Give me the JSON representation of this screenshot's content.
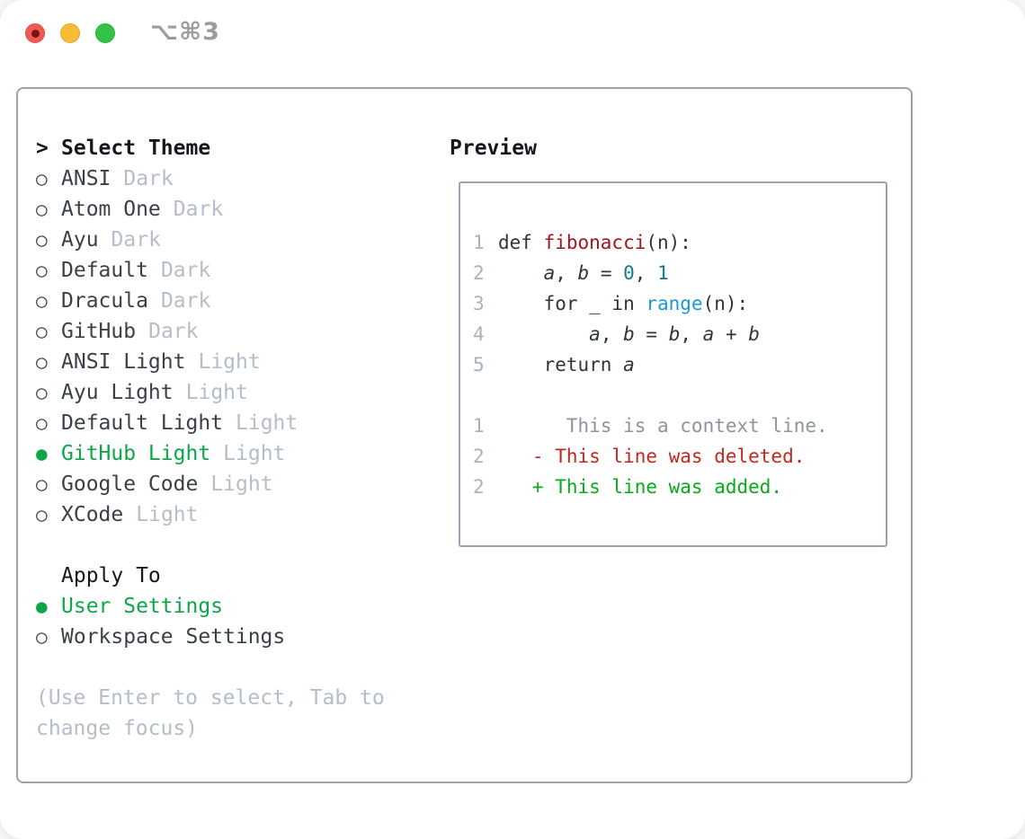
{
  "window": {
    "shortcut": "⌥⌘3"
  },
  "theme_panel": {
    "header_prefix": ">",
    "header": "Select Theme",
    "themes": [
      {
        "name": "ANSI",
        "variant": "Dark",
        "marker": "○",
        "state": "default"
      },
      {
        "name": "Atom One",
        "variant": "Dark",
        "marker": "○",
        "state": "default"
      },
      {
        "name": "Ayu",
        "variant": "Dark",
        "marker": "○",
        "state": "default"
      },
      {
        "name": "Default",
        "variant": "Dark",
        "marker": "○",
        "state": "default"
      },
      {
        "name": "Dracula",
        "variant": "Dark",
        "marker": "○",
        "state": "default"
      },
      {
        "name": "GitHub",
        "variant": "Dark",
        "marker": "○",
        "state": "default"
      },
      {
        "name": "ANSI Light",
        "variant": "Light",
        "marker": "○",
        "state": "default"
      },
      {
        "name": "Ayu Light",
        "variant": "Light",
        "marker": "○",
        "state": "default"
      },
      {
        "name": "Default Light",
        "variant": "Light",
        "marker": "○",
        "state": "default"
      },
      {
        "name": "GitHub Light",
        "variant": "Light",
        "marker": "●",
        "state": "selected"
      },
      {
        "name": "Google Code",
        "variant": "Light",
        "marker": "○",
        "state": "default"
      },
      {
        "name": "XCode",
        "variant": "Light",
        "marker": "○",
        "state": "default"
      }
    ],
    "apply_to": {
      "label": "Apply To",
      "options": [
        {
          "name": "User Settings",
          "marker": "●",
          "state": "selected"
        },
        {
          "name": "Workspace Settings",
          "marker": "○",
          "state": "default"
        }
      ]
    },
    "hint": [
      "(Use Enter to select, Tab to",
      "change focus)"
    ]
  },
  "preview": {
    "label": "Preview",
    "code_lines": [
      {
        "num": "1",
        "segments": [
          {
            "t": "def ",
            "c": "plain"
          },
          {
            "t": "fibonacci",
            "c": "func"
          },
          {
            "t": "(n):",
            "c": "plain"
          }
        ]
      },
      {
        "num": "2",
        "segments": [
          {
            "t": "    ",
            "c": "plain"
          },
          {
            "t": "a",
            "c": "var"
          },
          {
            "t": ", ",
            "c": "plain"
          },
          {
            "t": "b",
            "c": "var"
          },
          {
            "t": " = ",
            "c": "plain"
          },
          {
            "t": "0",
            "c": "num"
          },
          {
            "t": ", ",
            "c": "plain"
          },
          {
            "t": "1",
            "c": "num"
          }
        ]
      },
      {
        "num": "3",
        "segments": [
          {
            "t": "    for _ in ",
            "c": "plain"
          },
          {
            "t": "range",
            "c": "builtin"
          },
          {
            "t": "(n):",
            "c": "plain"
          }
        ]
      },
      {
        "num": "4",
        "segments": [
          {
            "t": "        ",
            "c": "plain"
          },
          {
            "t": "a",
            "c": "var"
          },
          {
            "t": ", ",
            "c": "plain"
          },
          {
            "t": "b",
            "c": "var"
          },
          {
            "t": " = ",
            "c": "plain"
          },
          {
            "t": "b",
            "c": "var"
          },
          {
            "t": ", ",
            "c": "plain"
          },
          {
            "t": "a",
            "c": "var"
          },
          {
            "t": " + ",
            "c": "plain"
          },
          {
            "t": "b",
            "c": "var"
          }
        ]
      },
      {
        "num": "5",
        "segments": [
          {
            "t": "    return ",
            "c": "plain"
          },
          {
            "t": "a",
            "c": "var"
          }
        ]
      }
    ],
    "diff_lines": [
      {
        "num": "1",
        "segments": [
          {
            "t": "      This is a context line.",
            "c": "context"
          }
        ]
      },
      {
        "num": "2",
        "segments": [
          {
            "t": "   - This line was deleted.",
            "c": "deleted"
          }
        ]
      },
      {
        "num": "2",
        "segments": [
          {
            "t": "   + This line was added.",
            "c": "added"
          }
        ]
      }
    ]
  },
  "colors": {
    "accent_green": "#0ca648",
    "panel_border": "#9aa3b1",
    "syntax_function_red": "#a3141f",
    "syntax_number_teal": "#0d7e88",
    "syntax_builtin_blue": "#1b99d3",
    "diff_deleted_red": "#c5271e",
    "diff_added_green": "#09a91c",
    "traffic_red": "#ef5a52",
    "traffic_yellow": "#f8bb38",
    "traffic_green": "#33c146"
  }
}
